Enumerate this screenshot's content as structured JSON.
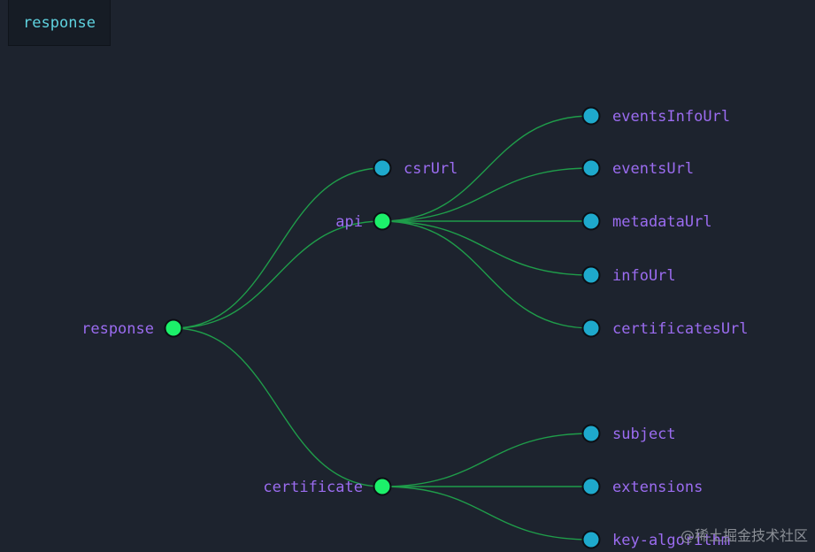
{
  "header": {
    "tab_label": "response"
  },
  "tree": {
    "root": "response",
    "api": "api",
    "api_children": [
      "csrUrl",
      "eventsInfoUrl",
      "eventsUrl",
      "metadataUrl",
      "infoUrl",
      "certificatesUrl"
    ],
    "certificate": "certificate",
    "certificate_children": [
      "subject",
      "extensions",
      "key-algorithm"
    ]
  },
  "watermark": "@稀土掘金技术社区",
  "colors": {
    "background": "#1d232e",
    "edge": "#1f9d4a",
    "branch_node": "#1cf06a",
    "leaf_node": "#1ea9cc",
    "label": "#9b6cf0",
    "tab_text": "#5fd3e0"
  }
}
